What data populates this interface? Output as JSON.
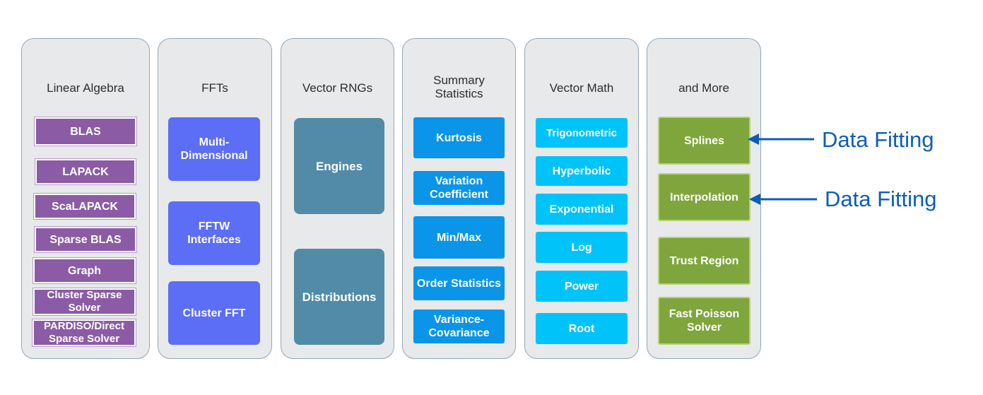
{
  "columns": [
    {
      "title": "Linear Algebra",
      "items": [
        "BLAS",
        "LAPACK",
        "ScaLAPACK",
        "Sparse BLAS",
        "Graph",
        "Cluster Sparse Solver",
        "PARDISO/Direct Sparse Solver"
      ]
    },
    {
      "title": "FFTs",
      "items": [
        "Multi-Dimensional",
        "FFTW Interfaces",
        "Cluster FFT"
      ]
    },
    {
      "title": "Vector RNGs",
      "items": [
        "Engines",
        "Distributions"
      ]
    },
    {
      "title": "Summary Statistics",
      "items": [
        "Kurtosis",
        "Variation Coefficient",
        "Min/Max",
        "Order Statistics",
        "Variance-Covariance"
      ]
    },
    {
      "title": "Vector Math",
      "items": [
        "Trigonometric",
        "Hyperbolic",
        "Exponential",
        "Log",
        "Power",
        "Root"
      ]
    },
    {
      "title": "and More",
      "items": [
        "Splines",
        "Interpolation",
        "Trust Region",
        "Fast Poisson Solver"
      ]
    }
  ],
  "callouts": [
    "Data Fitting",
    "Data Fitting"
  ],
  "colors": {
    "linear_algebra": "#8b5ca5",
    "ffts": "#5b6ef5",
    "vector_rngs": "#528ba8",
    "summary_statistics": "#0a95e8",
    "vector_math": "#00c3f9",
    "and_more": "#7ea63c",
    "callout": "#0d5db8"
  }
}
